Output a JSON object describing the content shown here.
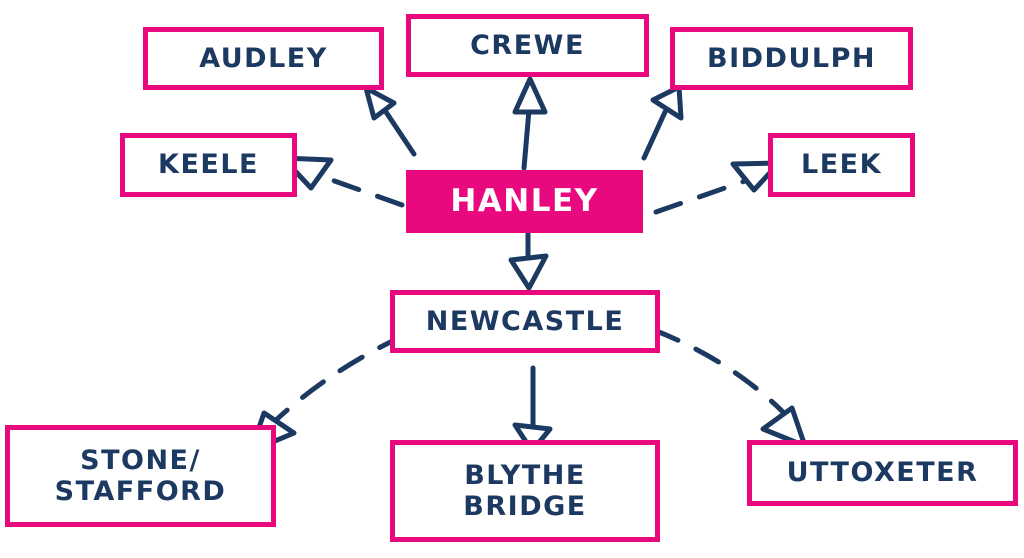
{
  "diagram": {
    "type": "route-map",
    "colors": {
      "accent": "#e8097f",
      "text": "#1c3961",
      "background": "#ffffff"
    },
    "nodes": {
      "hanley": "HANLEY",
      "audley": "AUDLEY",
      "crewe": "CREWE",
      "biddulph": "BIDDULPH",
      "keele": "KEELE",
      "leek": "LEEK",
      "newcastle": "NEWCASTLE",
      "stone": "STONE/\nSTAFFORD",
      "blythe": "BLYTHE\nBRIDGE",
      "uttoxeter": "UTTOXETER"
    },
    "edges": [
      {
        "from": "HANLEY",
        "to": "AUDLEY",
        "style": "solid"
      },
      {
        "from": "HANLEY",
        "to": "CREWE",
        "style": "solid"
      },
      {
        "from": "HANLEY",
        "to": "BIDDULPH",
        "style": "solid"
      },
      {
        "from": "HANLEY",
        "to": "KEELE",
        "style": "dashed"
      },
      {
        "from": "HANLEY",
        "to": "LEEK",
        "style": "dashed"
      },
      {
        "from": "HANLEY",
        "to": "NEWCASTLE",
        "style": "solid"
      },
      {
        "from": "NEWCASTLE",
        "to": "STONE/STAFFORD",
        "style": "dashed"
      },
      {
        "from": "NEWCASTLE",
        "to": "BLYTHE BRIDGE",
        "style": "solid"
      },
      {
        "from": "NEWCASTLE",
        "to": "UTTOXETER",
        "style": "dashed"
      }
    ]
  }
}
